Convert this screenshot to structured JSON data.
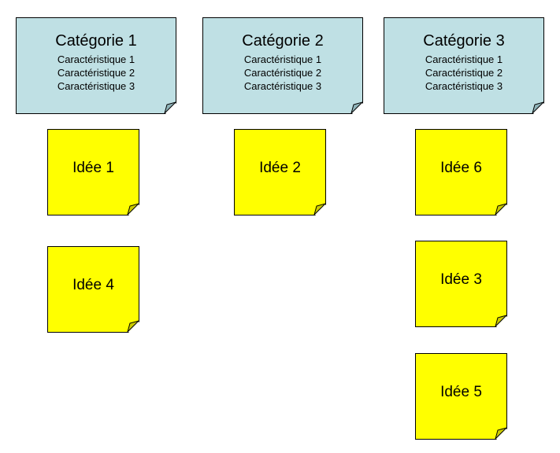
{
  "categories": [
    {
      "title": "Catégorie 1",
      "features": [
        "Caractéristique 1",
        "Caractéristique 2",
        "Caractéristique 3"
      ]
    },
    {
      "title": "Catégorie 2",
      "features": [
        "Caractéristique 1",
        "Caractéristique 2",
        "Caractéristique 3"
      ]
    },
    {
      "title": "Catégorie 3",
      "features": [
        "Caractéristique 1",
        "Caractéristique 2",
        "Caractéristique 3"
      ]
    }
  ],
  "ideas": {
    "column1": [
      "Idée 1",
      "Idée 4"
    ],
    "column2": [
      "Idée 2"
    ],
    "column3": [
      "Idée 6",
      "Idée 3",
      "Idée 5"
    ]
  },
  "colors": {
    "category_fill": "#bfe0e4",
    "idea_fill": "#ffff00",
    "border": "#000000"
  }
}
